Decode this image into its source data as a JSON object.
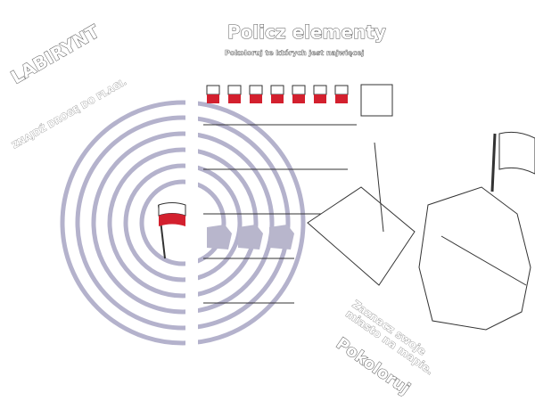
{
  "count_section": {
    "title": "Policz elementy",
    "subtitle": "Pokoloruj te których jest najwięcej"
  },
  "maze_section": {
    "title": "LABIRYNT",
    "subtitle": "ZNAJDŹ DROGĘ DO FLAGI."
  },
  "map_section": {
    "instruction": "Zaznacz swoje miasto na mapie."
  },
  "coloring_section": {
    "title": "Pokoloruj"
  },
  "colors": {
    "maze": "#b4b2cc",
    "flag_red": "#d3202e",
    "map_fill": "#b8b6cc"
  }
}
